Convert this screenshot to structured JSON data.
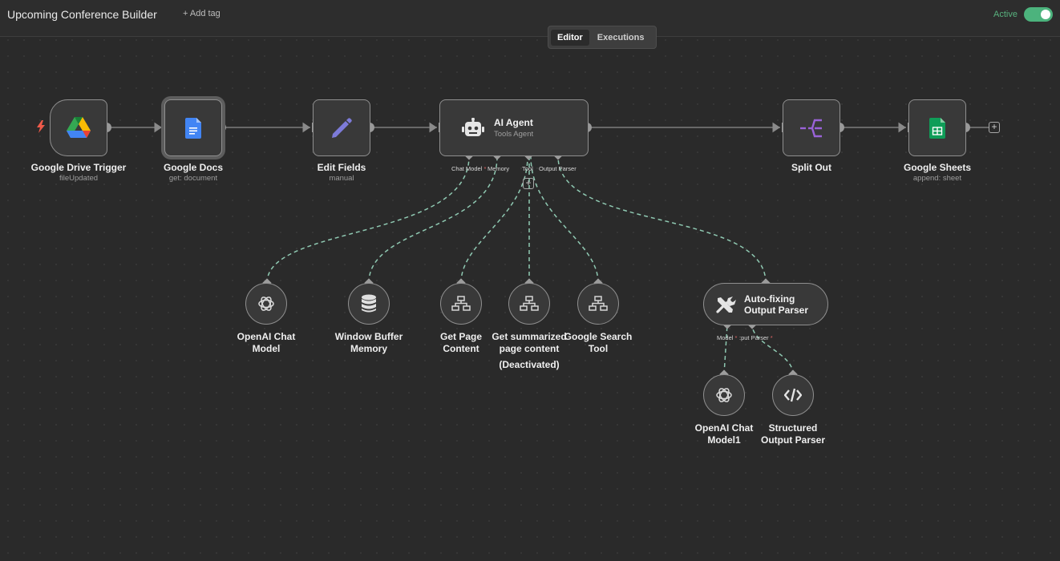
{
  "header": {
    "workflow_title": "Upcoming Conference Builder",
    "add_tag": "+ Add tag",
    "active_label": "Active",
    "active": true
  },
  "tabs": [
    {
      "label": "Editor",
      "selected": true
    },
    {
      "label": "Executions",
      "selected": false
    }
  ],
  "nodes": {
    "drive": {
      "name": "Google Drive Trigger",
      "subtitle": "fileUpdated",
      "icon": "google-drive-icon"
    },
    "docs": {
      "name": "Google Docs",
      "subtitle": "get: document",
      "icon": "google-docs-icon"
    },
    "edit": {
      "name": "Edit Fields",
      "subtitle": "manual",
      "icon": "pencil-icon"
    },
    "agent": {
      "name": "AI Agent",
      "subtitle": "Tools Agent",
      "icon": "robot-icon"
    },
    "split": {
      "name": "Split Out",
      "icon": "split-out-icon"
    },
    "sheets": {
      "name": "Google Sheets",
      "subtitle": "append: sheet",
      "icon": "google-sheets-icon"
    },
    "openai": {
      "name": "OpenAI Chat\nModel",
      "icon": "openai-icon"
    },
    "memory": {
      "name": "Window Buffer\nMemory",
      "icon": "database-icon"
    },
    "getpage": {
      "name": "Get Page\nContent",
      "icon": "sitemap-icon"
    },
    "summ": {
      "name": "Get summarized\npage content",
      "note": "(Deactivated)",
      "icon": "sitemap-icon"
    },
    "gsearch": {
      "name": "Google Search\nTool",
      "icon": "sitemap-icon"
    },
    "autofix": {
      "name": "Auto-fixing\nOutput Parser",
      "icon": "tools-icon"
    },
    "openai1": {
      "name": "OpenAI Chat\nModel1",
      "icon": "openai-icon"
    },
    "structured": {
      "name": "Structured\nOutput Parser",
      "icon": "code-icon"
    }
  },
  "ports": {
    "agent_chat_model": "Chat Model",
    "agent_memory": "Memory",
    "agent_tool": "Tool",
    "agent_output_parser": "Output Parser",
    "autofix_model": "Model",
    "autofix_parser": ":put Parser"
  },
  "colors": {
    "canvas": "#2a2a2a",
    "accent_active": "#4cb37d",
    "sub_connection": "#8fc9b2",
    "required": "#e06666"
  }
}
